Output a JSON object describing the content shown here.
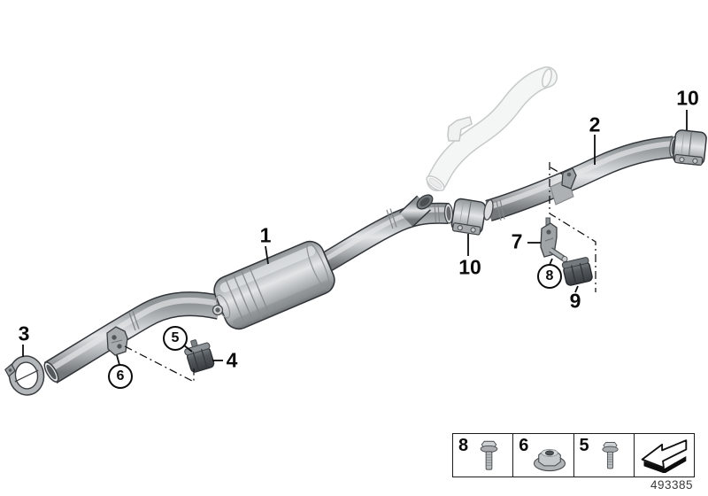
{
  "callouts": {
    "c1": "1",
    "c2": "2",
    "c3": "3",
    "c4": "4",
    "c5": "5",
    "c6": "6",
    "c7": "7",
    "c8": "8",
    "c9": "9",
    "c10a": "10",
    "c10b": "10"
  },
  "legend": {
    "items": [
      {
        "ref": "8",
        "icon": "flange-bolt-icon"
      },
      {
        "ref": "6",
        "icon": "flange-nut-icon"
      },
      {
        "ref": "5",
        "icon": "flange-bolt-icon"
      },
      {
        "icon": "direction-of-travel-arrow-icon"
      }
    ],
    "diagram_number": "493385"
  },
  "colors": {
    "outline": "#32363a",
    "metal_mid": "#b7bbbe",
    "metal_light": "#e3e5e6",
    "rubber_dark": "#44484c",
    "ghost": "#f4f5f5",
    "text": "#0b0b0b"
  }
}
